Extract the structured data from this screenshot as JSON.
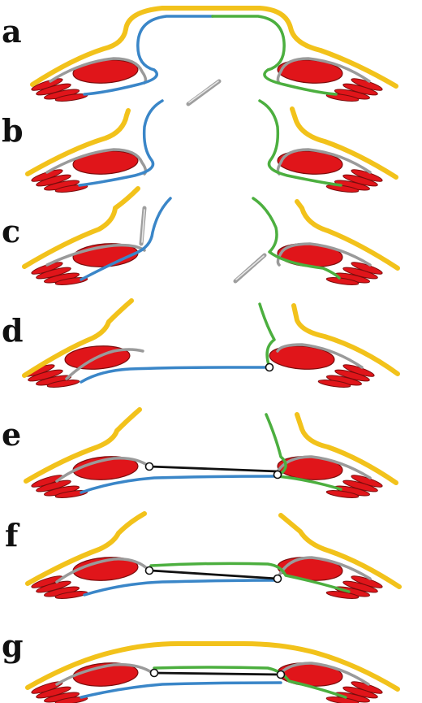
{
  "panels": [
    {
      "label": "a"
    },
    {
      "label": "b"
    },
    {
      "label": "c"
    },
    {
      "label": "d"
    },
    {
      "label": "e"
    },
    {
      "label": "f"
    },
    {
      "label": "g"
    }
  ],
  "colors": {
    "skin_yellow": "#F2C21B",
    "membrane_blue": "#3A86C8",
    "membrane_green": "#4CAF3F",
    "fascia_gray": "#9A9A9A",
    "muscle_red": "#E0151A",
    "suture_black": "#111111"
  }
}
